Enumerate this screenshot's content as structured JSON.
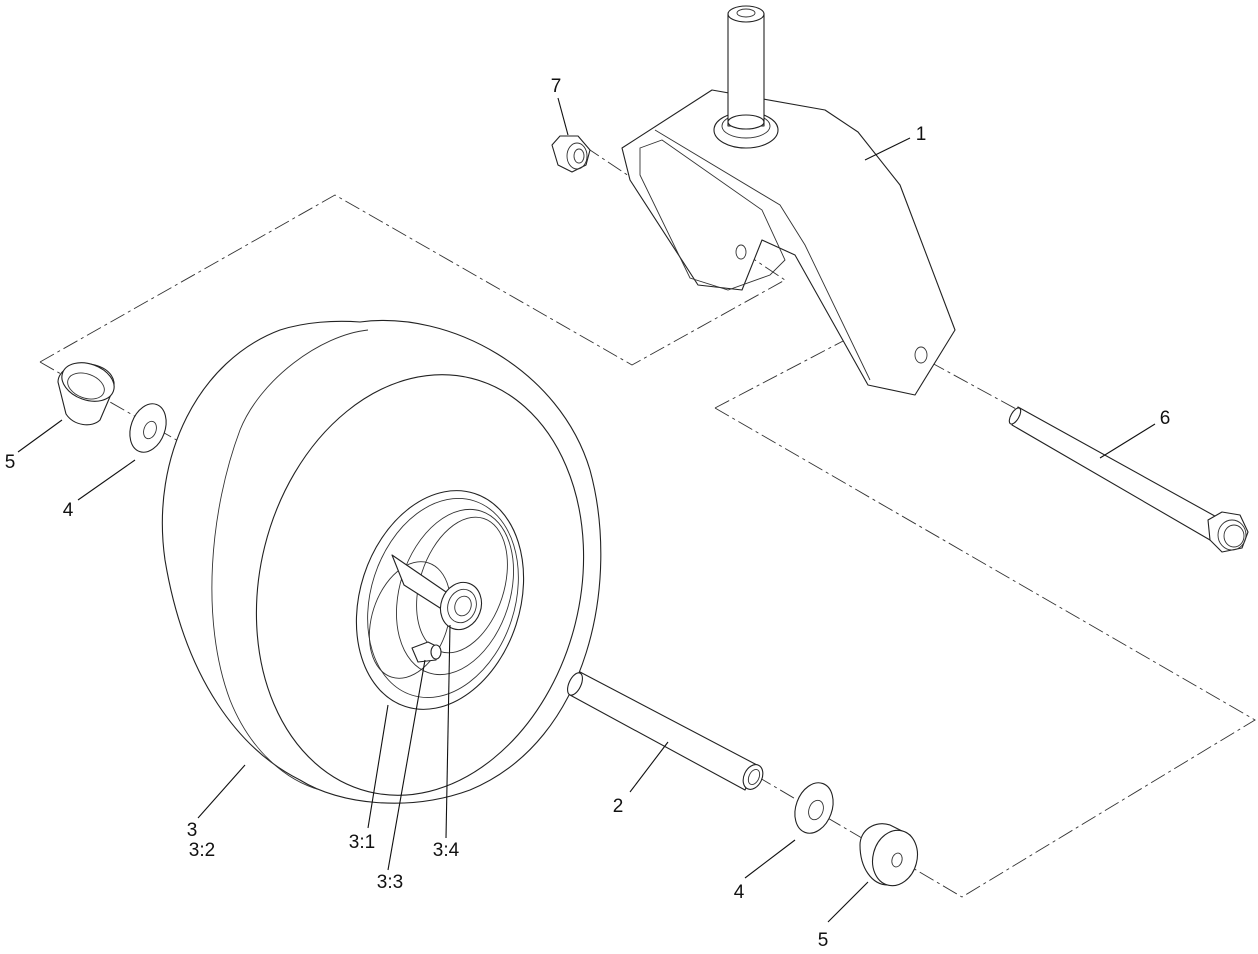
{
  "callouts": {
    "c1": "1",
    "c2": "2",
    "c3": "3",
    "c3_1": "3:1",
    "c3_2": "3:2",
    "c3_3": "3:3",
    "c3_4": "3:4",
    "c4_left": "4",
    "c4_right": "4",
    "c5_left": "5",
    "c5_right": "5",
    "c6": "6",
    "c7": "7"
  }
}
